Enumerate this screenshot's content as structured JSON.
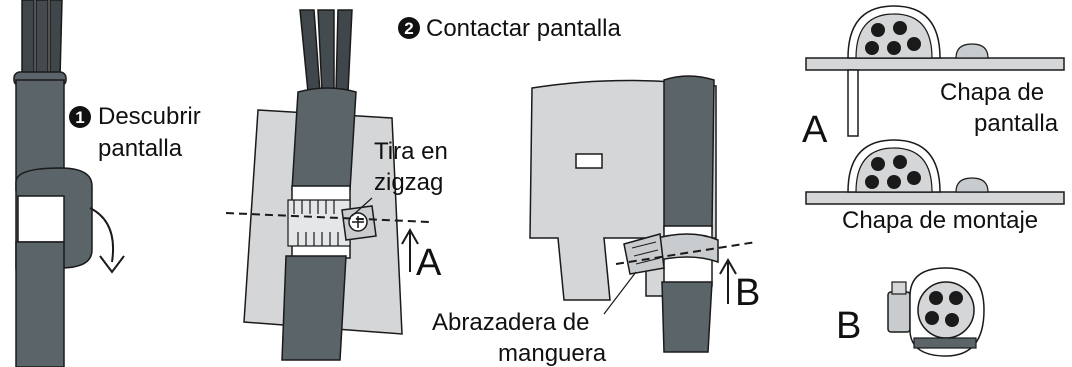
{
  "steps": [
    {
      "number": "1",
      "label_line1": "Descubrir",
      "label_line2": "pantalla"
    },
    {
      "number": "2",
      "label": "Contactar pantalla"
    }
  ],
  "labels": {
    "zigzag_line1": "Tira en",
    "zigzag_line2": "zigzag",
    "hose_clamp_line1": "Abrazadera de",
    "hose_clamp_line2": "manguera",
    "shield_plate_line1": "Chapa de",
    "shield_plate_line2": "pantalla",
    "mounting_plate": "Chapa de montaje"
  },
  "section_markers": {
    "a": "A",
    "b": "B"
  },
  "colors": {
    "cable_jacket": "#5b6469",
    "cable_dark": "#434b4f",
    "wire": "#3f474b",
    "plate": "#d4d6d8",
    "plate_light": "#e4e6e8",
    "metal": "#c9ccce",
    "outline": "#1a1a1a"
  }
}
